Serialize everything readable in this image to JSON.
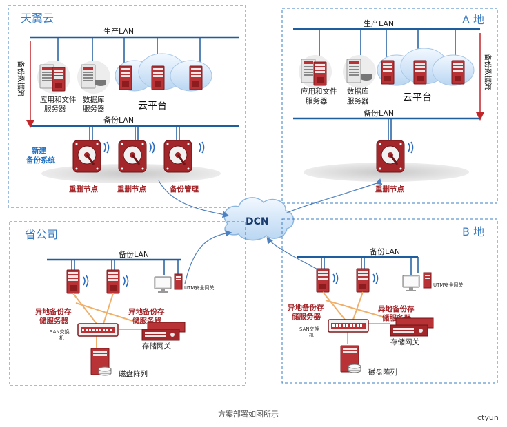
{
  "regions": {
    "tianyi": "天翼云",
    "a": "A 地",
    "prov": "省公司",
    "b": "B 地"
  },
  "labels": {
    "prod_lan": "生产LAN",
    "backup_lan": "备份LAN",
    "backup_flow": "备份数据流",
    "app_server_l1": "应用和文件",
    "app_server_l2": "服务器",
    "db_server_l1": "数据库",
    "db_server_l2": "服务器",
    "cloud_platform": "云平台",
    "new_backup_l1": "新建",
    "new_backup_l2": "备份系统",
    "dedup_node": "重删节点",
    "backup_mgmt": "备份管理",
    "dcn": "DCN",
    "remote_storage_l1": "异地备份存",
    "remote_storage_l2": "储服务器",
    "san_switch_l1": "SAN交换",
    "san_switch_l2": "机",
    "utm": "UTM安全网关",
    "storage_gateway": "存储网关",
    "disk_array": "磁盘阵列"
  },
  "caption": "方案部署如图所示",
  "watermark": "ctyun",
  "colors": {
    "region_border": "#3a7cc2",
    "lan_line": "#1f5e9e",
    "server_red": "#a3262a",
    "fiber": "#f0b06a",
    "cloud": "#d4e6f7"
  }
}
